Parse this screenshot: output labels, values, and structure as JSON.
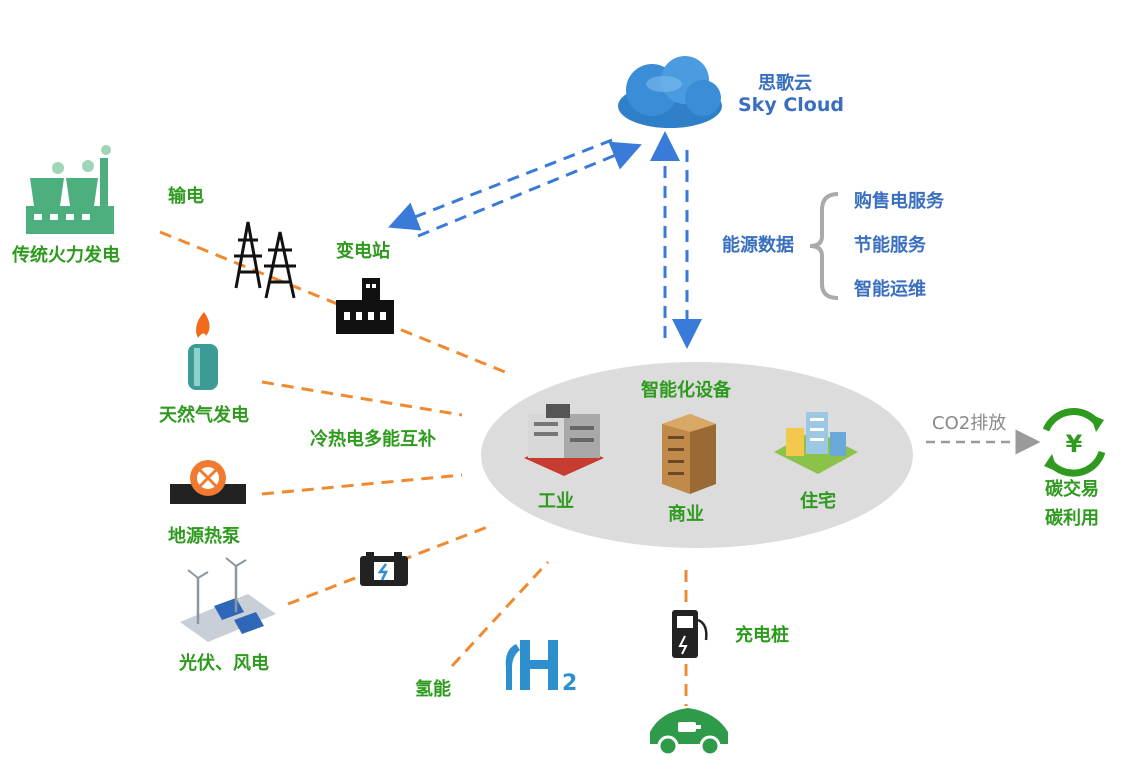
{
  "cloud": {
    "name_cn": "思歌云",
    "name_en": "Sky Cloud"
  },
  "sources": {
    "thermal": "传统火力发电",
    "transmission": "输电",
    "substation": "变电站",
    "natural_gas": "天然气发电",
    "cchp": "冷热电多能互补",
    "ground_heat_pump": "地源热泵",
    "pv_wind": "光伏、风电",
    "hydrogen": "氢能"
  },
  "energy_data": {
    "label": "能源数据",
    "services": [
      "购售电服务",
      "节能服务",
      "智能运维"
    ]
  },
  "hub": {
    "title": "智能化设备",
    "items": [
      "工业",
      "商业",
      "住宅"
    ]
  },
  "co2": {
    "arrow_label": "CO2排放",
    "line1": "碳交易",
    "line2": "碳利用"
  },
  "charging": {
    "label": "充电桩"
  },
  "colors": {
    "green": "#2e9a1e",
    "blue": "#3a6fc0",
    "orange_line": "#f08a30",
    "blue_line": "#3a7ad8",
    "hub_fill": "#dcdcdc",
    "gray_arrow": "#9a9a9a"
  }
}
